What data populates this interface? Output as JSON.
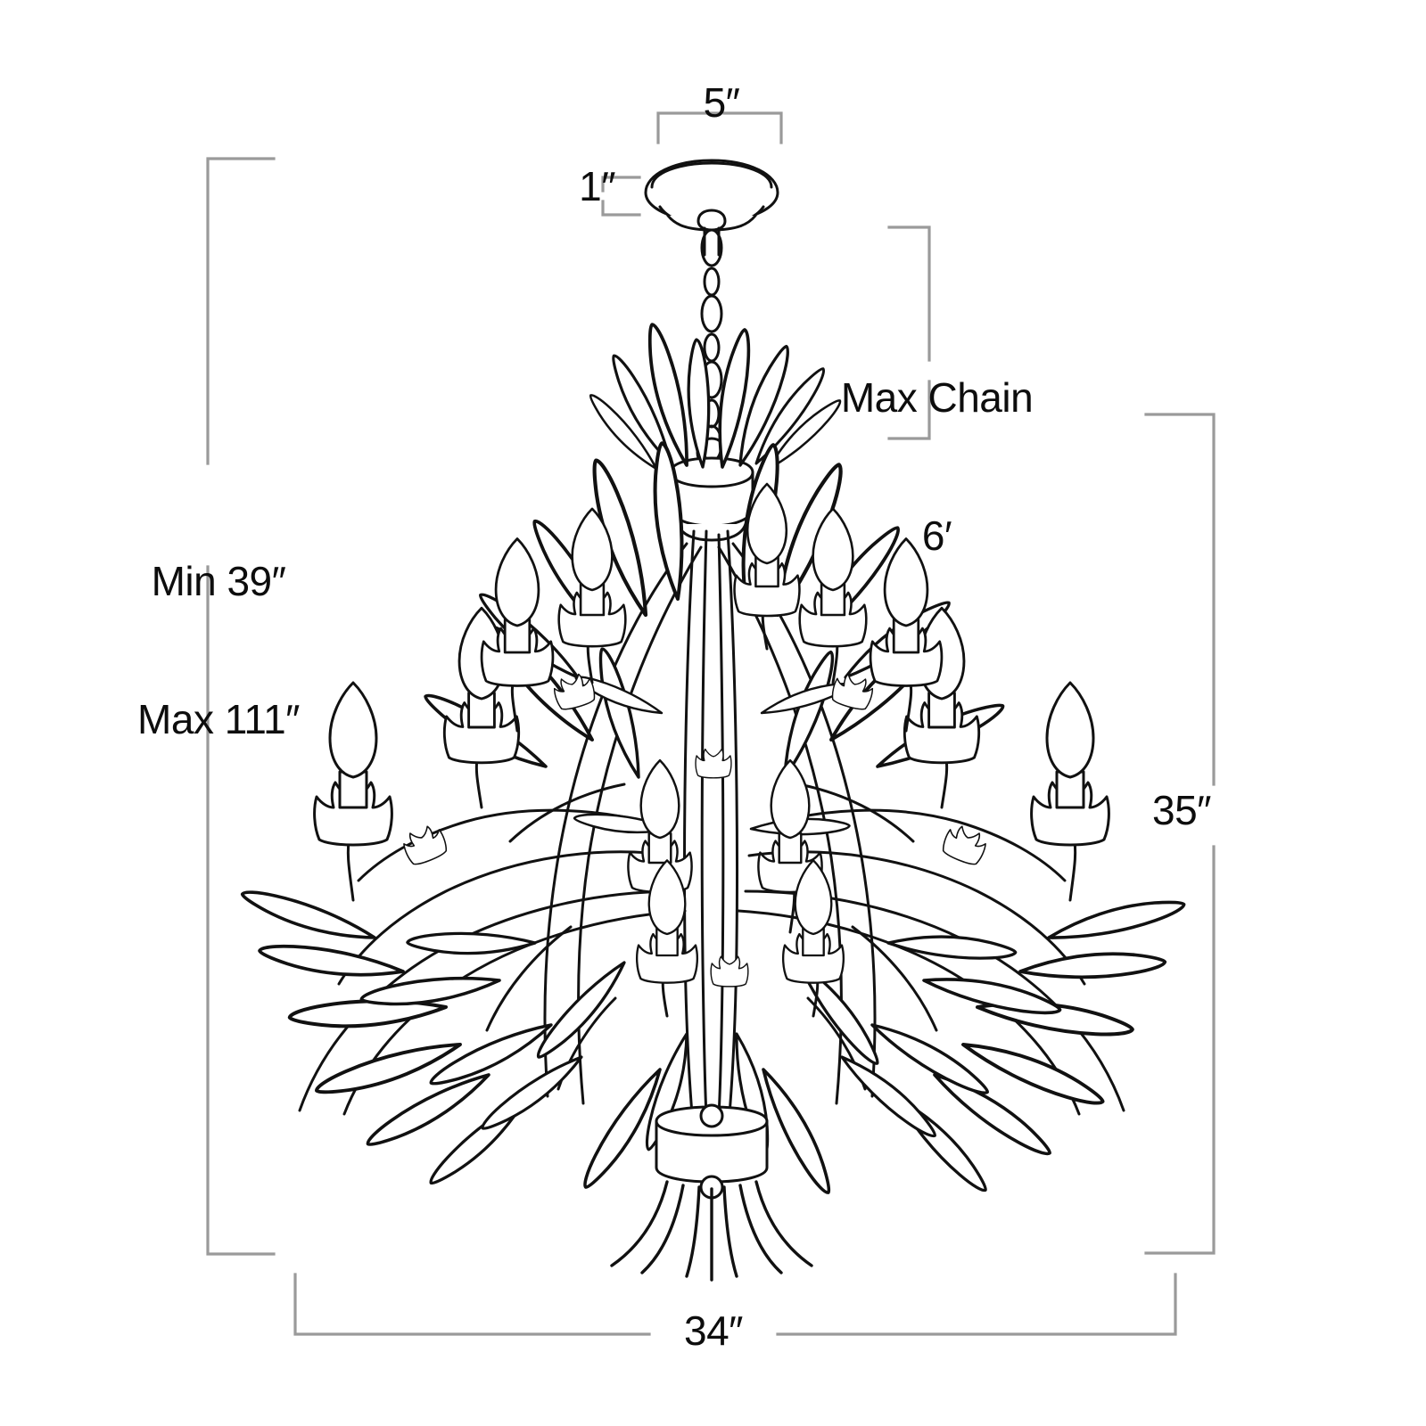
{
  "meta": {
    "kind": "product-dimension-drawing",
    "subject": "floral branch chandelier line drawing",
    "background_color": "#ffffff",
    "line_color": "#000000",
    "dimension_line_color": "#9a9a9a",
    "text_color": "#0d0d0d"
  },
  "dimensions": {
    "canopy_width": "5″",
    "canopy_height": "1″",
    "max_chain_line1": "Max Chain",
    "max_chain_line2": "6′",
    "overall_height_min": "Min 39″",
    "overall_height_max": "Max 111″",
    "fixture_height": "35″",
    "fixture_width": "34″"
  },
  "labels": [
    {
      "name": "canopy-width-label",
      "text": "5″"
    },
    {
      "name": "canopy-height-label",
      "text": "1″"
    },
    {
      "name": "max-chain-label",
      "text": "Max Chain\n6′"
    },
    {
      "name": "overall-height-label",
      "text": "Min 39″\nMax 111″"
    },
    {
      "name": "fixture-height-label",
      "text": "35″"
    },
    {
      "name": "fixture-width-label",
      "text": "34″"
    }
  ],
  "drawing_parts": [
    "ceiling-canopy",
    "hanging-chain",
    "upper-collar-hub",
    "branch-arms",
    "leaves",
    "tulip-bobeches",
    "candle-bulbs",
    "bottom-collar-finial",
    "splayed-stems"
  ]
}
